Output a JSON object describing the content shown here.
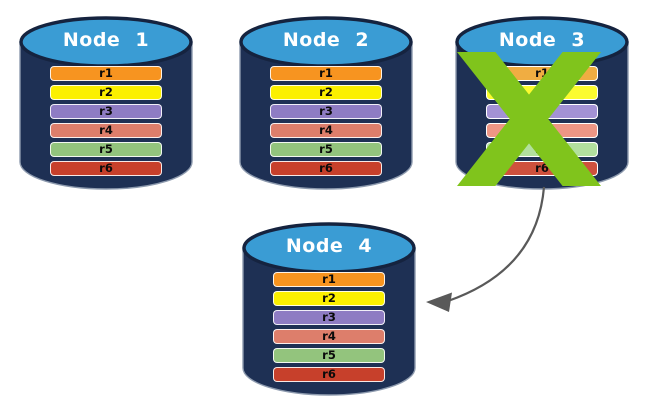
{
  "nodes": [
    {
      "label": "Node 1",
      "failed": false
    },
    {
      "label": "Node 2",
      "failed": false
    },
    {
      "label": "Node 3",
      "failed": true
    },
    {
      "label": "Node 4",
      "failed": false
    }
  ],
  "rows": [
    {
      "label": "r1",
      "color": "#F79420"
    },
    {
      "label": "r2",
      "color": "#FBF000"
    },
    {
      "label": "r3",
      "color": "#8E7CC3"
    },
    {
      "label": "r4",
      "color": "#DD7E6B"
    },
    {
      "label": "r5",
      "color": "#93C47D"
    },
    {
      "label": "r6",
      "color": "#C7402B"
    }
  ],
  "icons": {
    "failure_cross": "x-cross-mark",
    "arrow": "curved-arrow-left"
  },
  "colors": {
    "background": "#FFFFFF",
    "body": "#1E3054",
    "ellipse": "#3A9CD4",
    "outline": "#15233F",
    "highlight": "#8D9AAE",
    "xmark": "#80C41C",
    "arrow": "#595959",
    "row_text": "#0A0A0A"
  }
}
